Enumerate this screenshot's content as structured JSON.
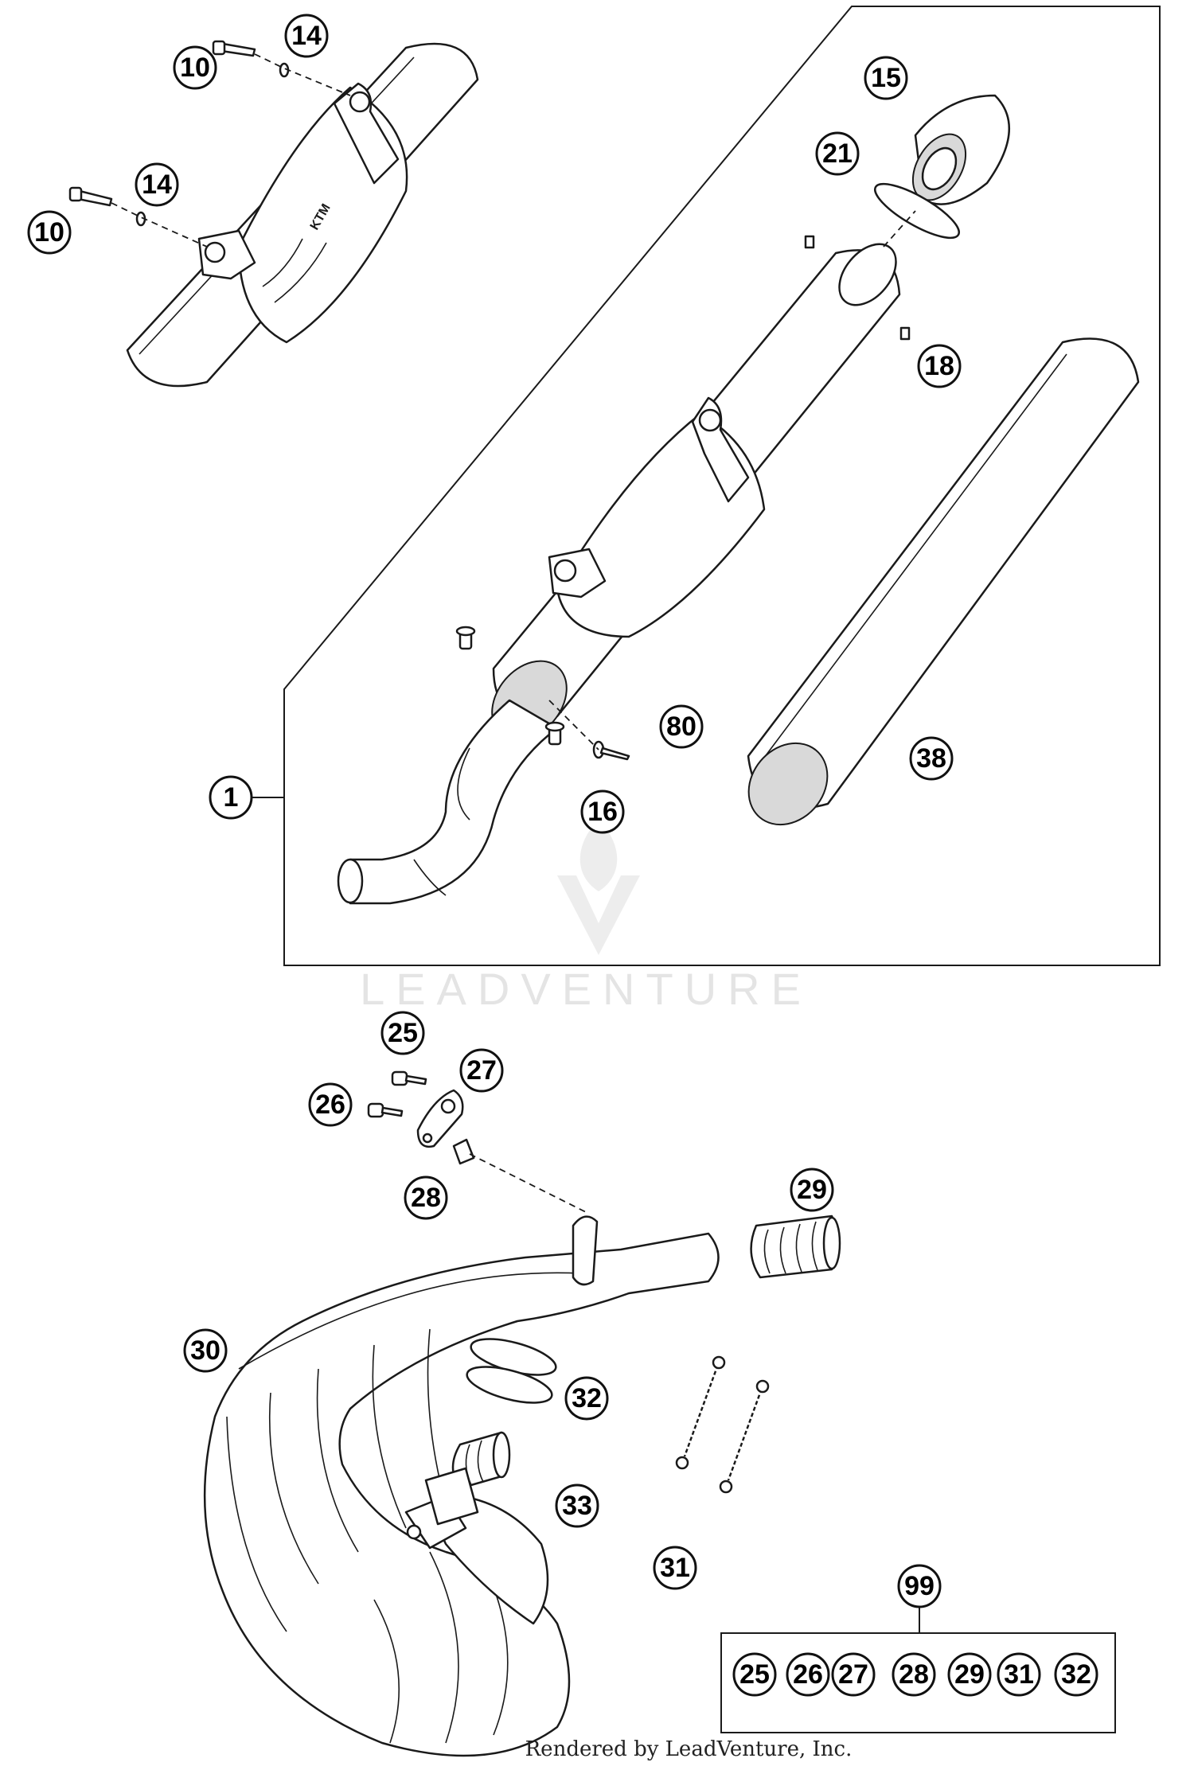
{
  "callouts": {
    "c10a": "10",
    "c14a": "14",
    "c10b": "10",
    "c14b": "14",
    "c15": "15",
    "c21": "21",
    "c18": "18",
    "c1": "1",
    "c80": "80",
    "c16": "16",
    "c38": "38",
    "c25": "25",
    "c27": "27",
    "c26": "26",
    "c28": "28",
    "c29": "29",
    "c30": "30",
    "c32": "32",
    "c33": "33",
    "c31": "31",
    "c99": "99"
  },
  "kit_99": [
    "25",
    "26",
    "27",
    "28",
    "29",
    "31",
    "32"
  ],
  "watermark": "LEADVENTURE",
  "credit": "Rendered by LeadVenture, Inc.",
  "colors": {
    "line": "#1a1a1a",
    "watermark": "#e2e2e2",
    "background": "#ffffff"
  }
}
